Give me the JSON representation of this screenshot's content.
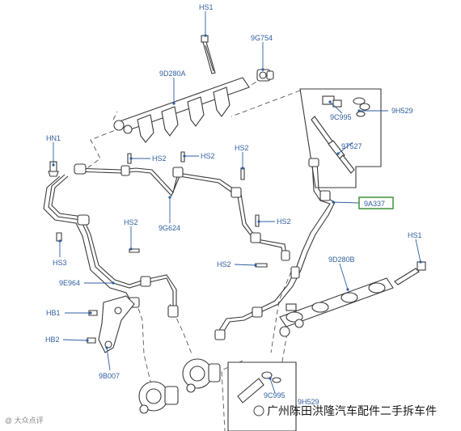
{
  "labels": {
    "hs1_top": "HS1",
    "p9g754": "9G754",
    "p9d280a": "9D280A",
    "p9h529_top": "9H529",
    "p9c995_top": "9C995",
    "p9t527": "9T527",
    "hn1": "HN1",
    "hs2_a": "HS2",
    "hs2_b": "HS2",
    "hs2_c": "HS2",
    "hs2_d": "HS2",
    "hs2_e": "HS2",
    "hs2_f": "HS2",
    "p9a337": "9A337",
    "p9g624": "9G624",
    "hs3": "HS3",
    "hs1_right": "HS1",
    "p9d280b": "9D280B",
    "p9e964": "9E964",
    "hb1": "HB1",
    "hb2": "HB2",
    "p9b007": "9B007",
    "p9c995_bottom": "9C995",
    "p9h529_bottom": "9H529"
  },
  "watermark": {
    "text": "广州陈田洪隆汽车配件二手拆车件",
    "corner": "@ 大众点评"
  },
  "colors": {
    "label": "#2f5f9e",
    "highlight_box": "#2e8b2e",
    "line": "#3a3a3a"
  }
}
